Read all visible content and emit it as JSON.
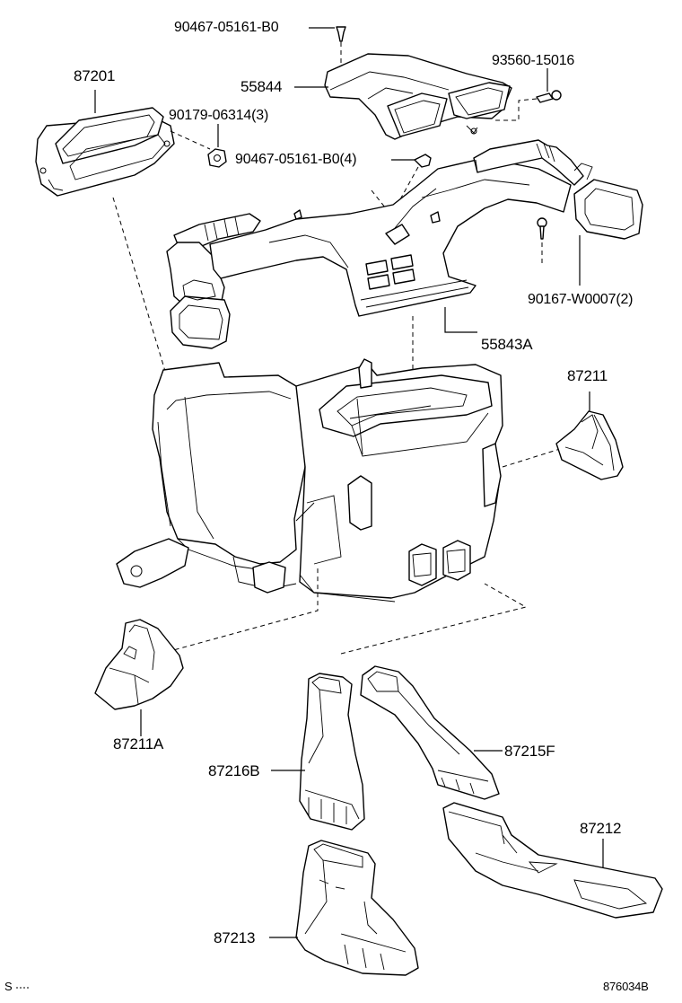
{
  "labels": {
    "l_90467_top": "90467-05161-B0",
    "l_93560": "93560-15016",
    "l_87201": "87201",
    "l_55844": "55844",
    "l_90179": "90179-06314(3)",
    "l_90467_4": "90467-05161-B0(4)",
    "l_90167": "90167-W0007(2)",
    "l_55843a": "55843A",
    "l_87211": "87211",
    "l_87211a": "87211A",
    "l_87215f": "87215F",
    "l_87216b": "87216B",
    "l_87212": "87212",
    "l_87213": "87213"
  },
  "footer": {
    "left": "S",
    "right": "876034B"
  }
}
